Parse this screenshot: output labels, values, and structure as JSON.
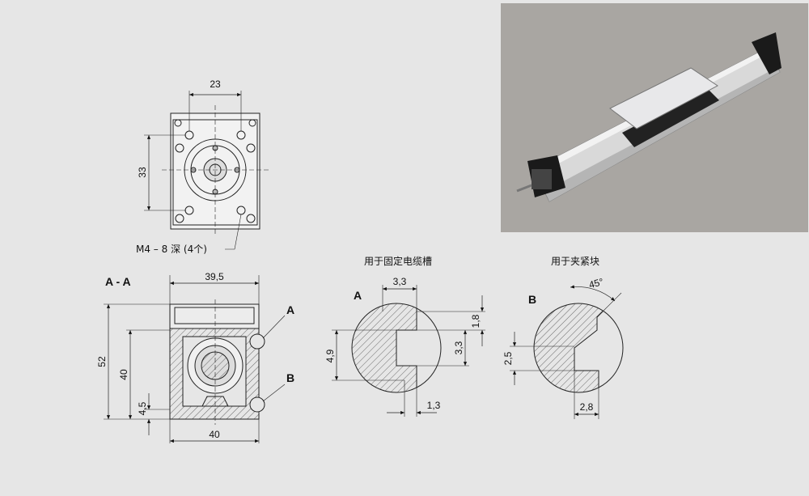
{
  "top_view": {
    "dim_width": "23",
    "dim_height": "33",
    "callout": "M4 – 8 深 (4个)"
  },
  "section": {
    "title": "A - A",
    "dim_top": "39,5",
    "dim_bottom": "40",
    "dim_52": "52",
    "dim_40": "40",
    "dim_45": "4,5",
    "label_a": "A",
    "label_b": "B"
  },
  "detail_a": {
    "caption": "用于固定电缆槽",
    "label": "A",
    "dim_33_top": "3,3",
    "dim_18": "1,8",
    "dim_49": "4,9",
    "dim_33_right": "3,3",
    "dim_13": "1,3"
  },
  "detail_b": {
    "caption": "用于夹紧块",
    "label": "B",
    "dim_45deg": "45°",
    "dim_25": "2,5",
    "dim_28": "2,8"
  },
  "colors": {
    "background": "#e6e6e6",
    "line": "#222222",
    "photo_bg": "#a9a6a2"
  }
}
